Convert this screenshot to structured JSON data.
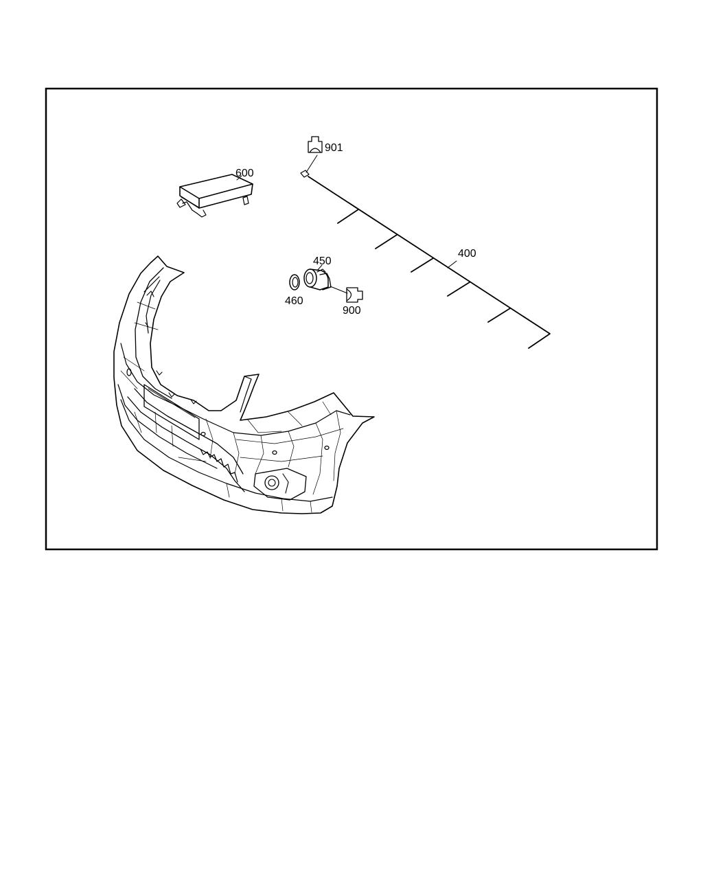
{
  "diagram": {
    "frame_color": "#000000",
    "background": "#ffffff",
    "parts": [
      {
        "id": "bumper",
        "label": ""
      },
      {
        "id": "control-unit",
        "label": "600"
      },
      {
        "id": "wiring-harness",
        "label": "400"
      },
      {
        "id": "harness-connector",
        "label": "901"
      },
      {
        "id": "parking-sensor",
        "label": "450"
      },
      {
        "id": "sensor-ring",
        "label": "460"
      },
      {
        "id": "sensor-connector",
        "label": "900"
      }
    ],
    "labels": {
      "p600": "600",
      "p400": "400",
      "p901": "901",
      "p450": "450",
      "p460": "460",
      "p900": "900"
    }
  }
}
